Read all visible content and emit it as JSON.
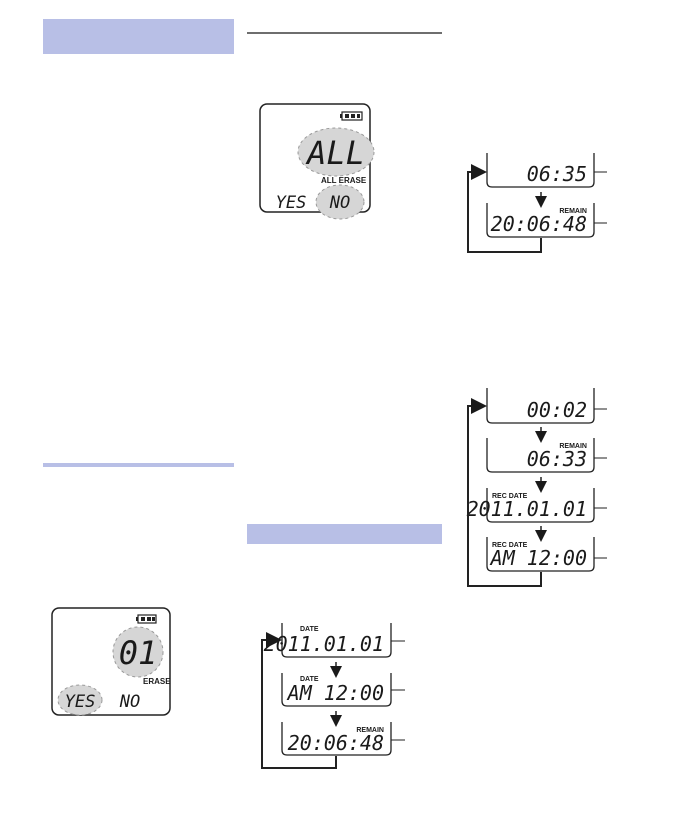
{
  "left_column": {
    "erase_display": {
      "battery_icon": "battery-icon",
      "track": "01",
      "label": "ERASE",
      "yes": "YES",
      "no": "NO"
    }
  },
  "middle_column": {
    "all_erase_display": {
      "battery_icon": "battery-icon",
      "main": "ALL",
      "label": "ALL ERASE",
      "yes": "YES",
      "no": "NO"
    },
    "stop_mode_cycle": [
      {
        "label": "DATE",
        "value": "2011.01.01"
      },
      {
        "label": "DATE",
        "value": "AM 12:00"
      },
      {
        "label": "REMAIN",
        "value": "20:06:48"
      }
    ]
  },
  "right_column": {
    "cycle_1": [
      {
        "label": "",
        "value": "06:35"
      },
      {
        "label": "REMAIN",
        "value": "20:06:48"
      }
    ],
    "cycle_2": [
      {
        "label": "",
        "value": "00:02"
      },
      {
        "label": "REMAIN",
        "value": "06:33"
      },
      {
        "label": "REC DATE",
        "value": "2011.01.01"
      },
      {
        "label": "REC DATE",
        "value": "AM 12:00"
      }
    ]
  },
  "colors": {
    "header_bar": "#b8bfe6",
    "rule": "#b8bfe6",
    "ink": "#1a1a1a"
  }
}
